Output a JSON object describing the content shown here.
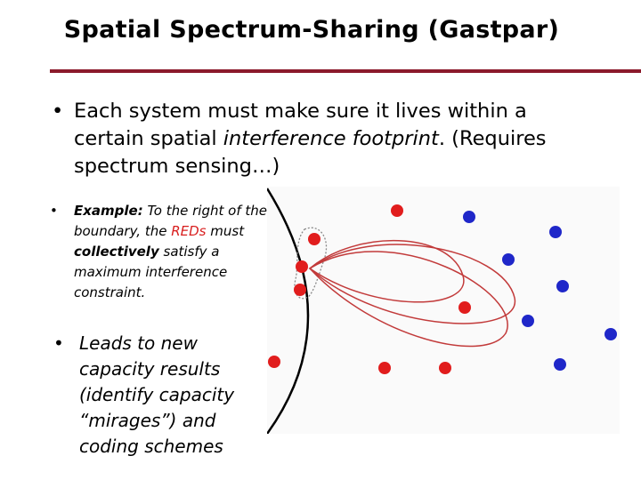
{
  "title": "Spatial Spectrum-Sharing (Gastpar)",
  "colors": {
    "rule": "#8b1a2b",
    "red_text": "#d81e1e",
    "red_node": "#e11d1d",
    "blue_node": "#1f27c9"
  },
  "bullet1": {
    "marker": "•",
    "text_a": "Each system must make sure it lives within a certain spatial ",
    "text_em": "interference footprint",
    "text_b": ". (Requires spectrum sensing…)"
  },
  "bullet2": {
    "marker": "•",
    "lead": "Example:",
    "text_a": " To the right of the boundary, the ",
    "reds": "REDs",
    "text_b": " must ",
    "collectively": "collectively",
    "text_c": " satisfy a maximum interference constraint."
  },
  "bullet3": {
    "marker": "•",
    "text": "Leads to new capacity results (identify capacity “mirages”) and coding schemes"
  },
  "diagram": {
    "red_nodes": [
      "red-node-1",
      "red-node-2",
      "red-node-3",
      "red-node-4",
      "red-node-5",
      "red-node-6",
      "red-node-7",
      "red-node-8"
    ],
    "blue_nodes": [
      "blue-node-1",
      "blue-node-2",
      "blue-node-3",
      "blue-node-4",
      "blue-node-5",
      "blue-node-6",
      "blue-node-7"
    ]
  }
}
